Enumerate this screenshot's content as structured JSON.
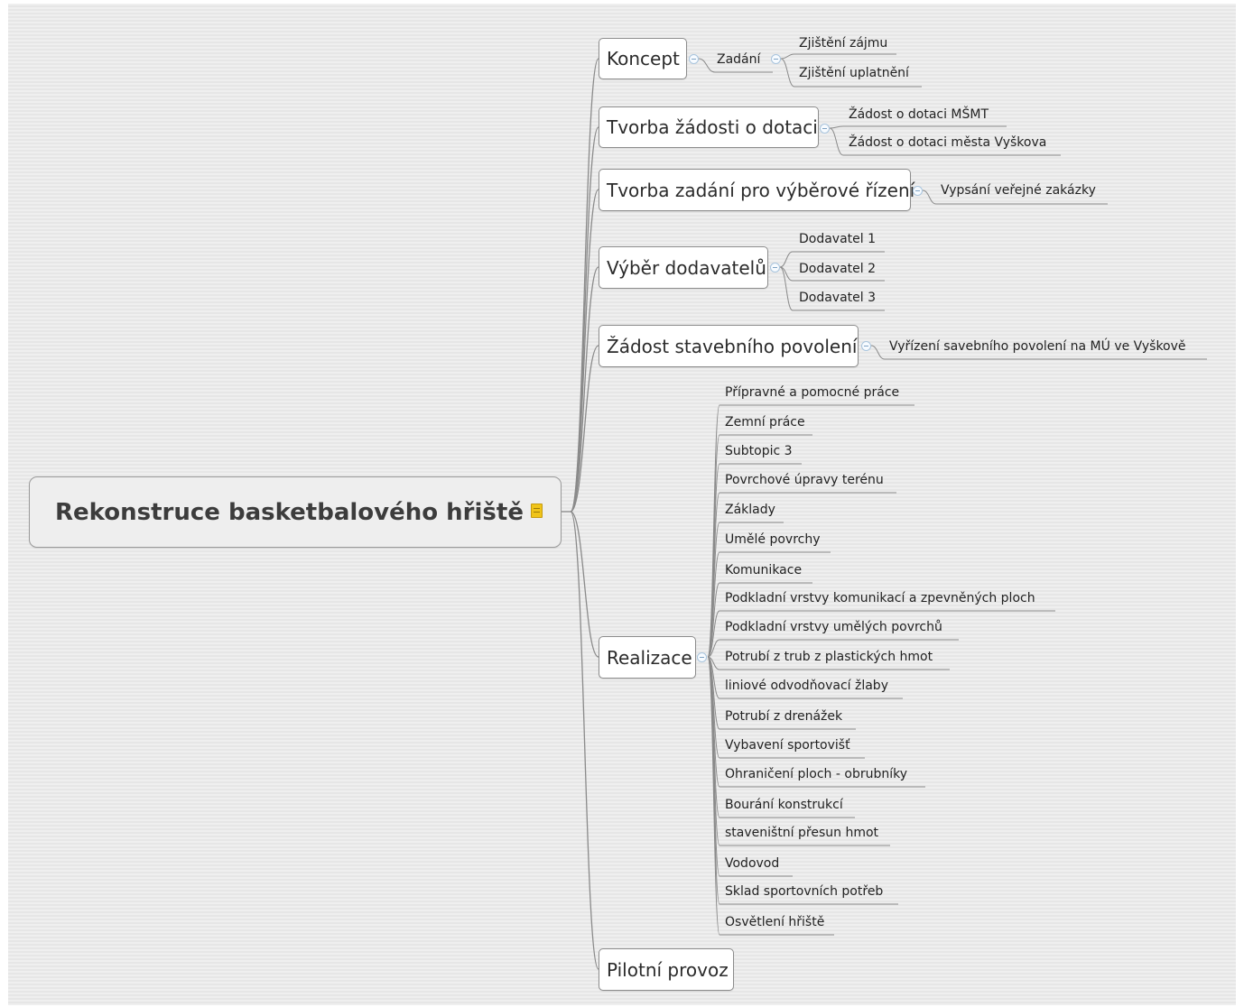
{
  "map": {
    "root": "Rekonstruce basketbalového hřiště",
    "root_icon": "note-icon",
    "line_color": "#8a8a8a",
    "branches": [
      {
        "label": "Koncept",
        "children": [
          {
            "label": "Zadání",
            "children": [
              "Zjištění zájmu",
              "Zjištění uplatnění"
            ]
          }
        ]
      },
      {
        "label": "Tvorba žádosti o dotaci",
        "children": [
          "Žádost o dotaci MŠMT",
          "Žádost o dotaci města Vyškova"
        ]
      },
      {
        "label": "Tvorba zadání pro výběrové řízení",
        "children": [
          "Vypsání veřejné zakázky"
        ]
      },
      {
        "label": "Výběr dodavatelů",
        "children": [
          "Dodavatel 1",
          "Dodavatel 2",
          "Dodavatel 3"
        ]
      },
      {
        "label": "Žádost stavebního povolení",
        "children": [
          "Vyřízení savebního povolení na MÚ ve Vyškově"
        ]
      },
      {
        "label": "Realizace",
        "children": [
          "Přípravné a pomocné práce",
          "Zemní práce",
          "Subtopic 3",
          "Povrchové úpravy terénu",
          "Základy",
          "Umělé povrchy",
          "Komunikace",
          "Podkladní vrstvy komunikací a zpevněných ploch",
          "Podkladní vrstvy umělých povrchů",
          "Potrubí z trub z plastických hmot",
          "liniové odvodňovací žlaby",
          "Potrubí z drenážek",
          "Vybavení sportovišť",
          "Ohraničení ploch - obrubníky",
          "Bourání konstrukcí",
          "staveništní přesun hmot",
          "Vodovod",
          "Sklad sportovních potřeb",
          "Osvětlení hřiště"
        ]
      },
      {
        "label": "Pilotní provoz",
        "children": []
      }
    ]
  }
}
